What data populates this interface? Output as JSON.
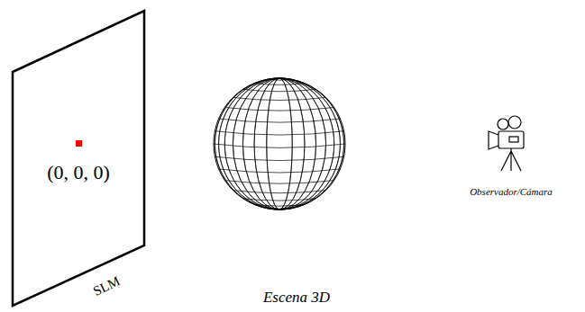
{
  "diagram": {
    "nodes": [
      {
        "text": [
          "(0, 0, 0)",
          "SLM"
        ]
      }
    ],
    "labels": [
      "Escena 3D",
      "Observador/Cámara"
    ]
  }
}
